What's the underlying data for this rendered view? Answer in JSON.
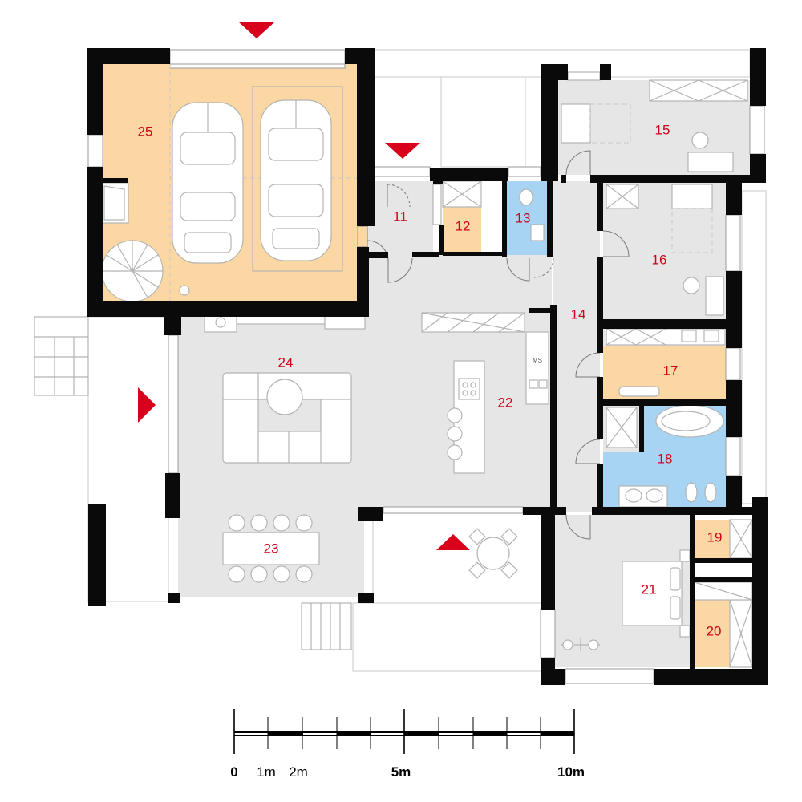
{
  "colors": {
    "wall": "#0a0a0a",
    "floor_grey": "#e6e6e6",
    "floor_orange": "#fad7a3",
    "floor_blue": "#a7d4f2",
    "label": "#d0021b",
    "marker": "#d9001b",
    "furniture_line": "#b3b3b3"
  },
  "rooms": [
    {
      "id": "11",
      "label": "11",
      "fill": "grey"
    },
    {
      "id": "12",
      "label": "12",
      "fill": "orange"
    },
    {
      "id": "13",
      "label": "13",
      "fill": "blue"
    },
    {
      "id": "14",
      "label": "14",
      "fill": "grey"
    },
    {
      "id": "15",
      "label": "15",
      "fill": "grey"
    },
    {
      "id": "16",
      "label": "16",
      "fill": "grey"
    },
    {
      "id": "17",
      "label": "17",
      "fill": "orange"
    },
    {
      "id": "18",
      "label": "18",
      "fill": "blue"
    },
    {
      "id": "19",
      "label": "19",
      "fill": "orange"
    },
    {
      "id": "20",
      "label": "20",
      "fill": "orange"
    },
    {
      "id": "21",
      "label": "21",
      "fill": "grey"
    },
    {
      "id": "22",
      "label": "22",
      "fill": "grey"
    },
    {
      "id": "23",
      "label": "23",
      "fill": "grey"
    },
    {
      "id": "24",
      "label": "24",
      "fill": "grey"
    },
    {
      "id": "25",
      "label": "25",
      "fill": "orange"
    }
  ],
  "kitchen_stove_label": "MS",
  "entrance_markers": [
    {
      "direction": "down-icon"
    },
    {
      "direction": "down-icon"
    },
    {
      "direction": "right-icon"
    },
    {
      "direction": "up-icon"
    }
  ],
  "scale_bar": {
    "labels": [
      "0",
      "1m",
      "2m",
      "5m",
      "10m"
    ],
    "bold_labels": [
      "0",
      "5m",
      "10m"
    ]
  }
}
